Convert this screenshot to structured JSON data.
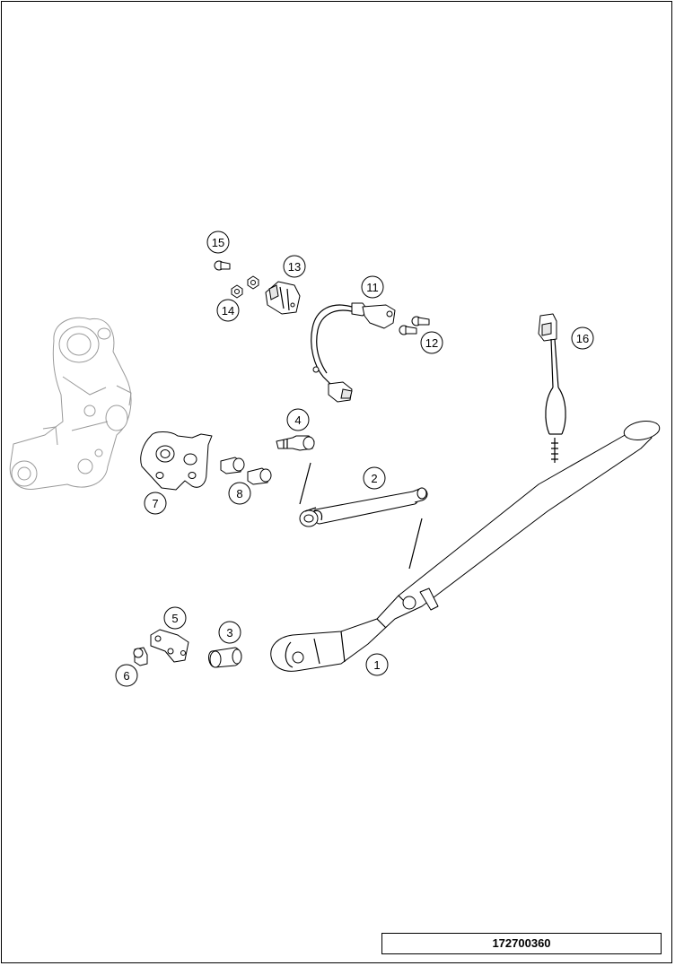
{
  "drawing_number": "172700360",
  "callouts": [
    {
      "id": "callout-1",
      "label": "1"
    },
    {
      "id": "callout-2",
      "label": "2"
    },
    {
      "id": "callout-3",
      "label": "3"
    },
    {
      "id": "callout-4",
      "label": "4"
    },
    {
      "id": "callout-5",
      "label": "5"
    },
    {
      "id": "callout-6",
      "label": "6"
    },
    {
      "id": "callout-7",
      "label": "7"
    },
    {
      "id": "callout-8",
      "label": "8"
    },
    {
      "id": "callout-11",
      "label": "11"
    },
    {
      "id": "callout-12",
      "label": "12"
    },
    {
      "id": "callout-13",
      "label": "13"
    },
    {
      "id": "callout-14",
      "label": "14"
    },
    {
      "id": "callout-15",
      "label": "15"
    },
    {
      "id": "callout-16",
      "label": "16"
    }
  ]
}
